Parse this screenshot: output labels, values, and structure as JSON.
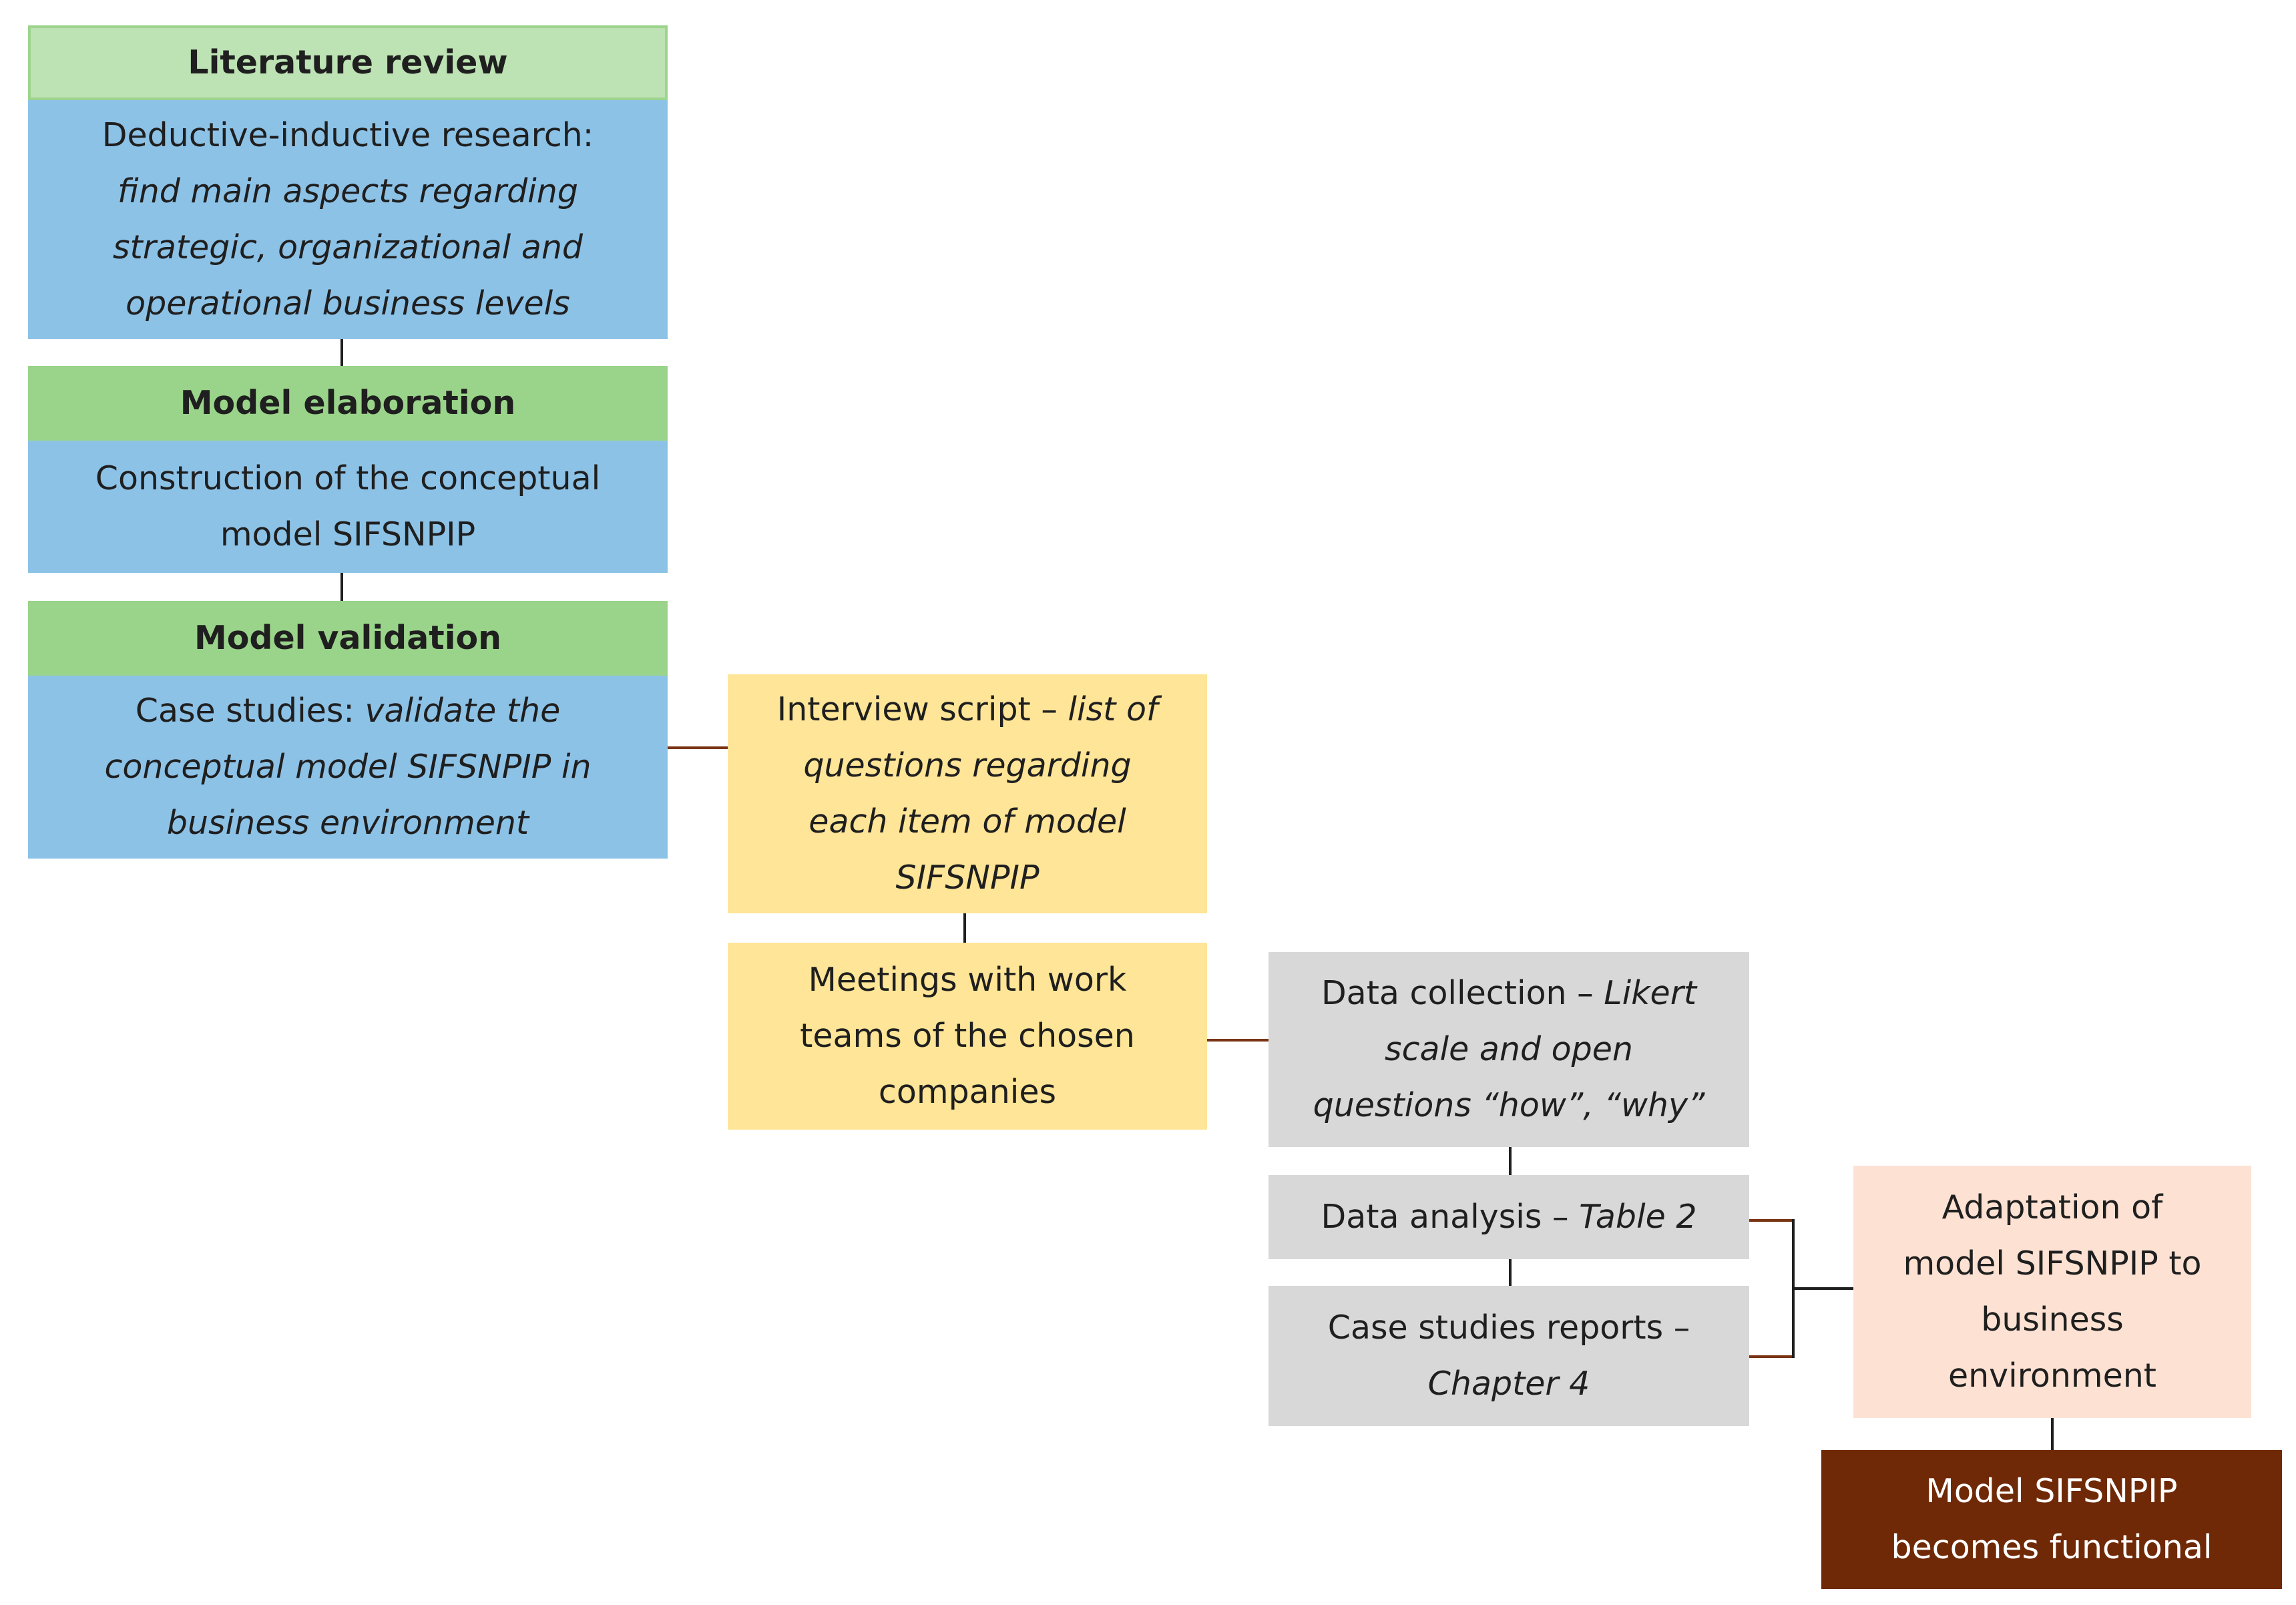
{
  "literature": {
    "title": "Literature review",
    "line1": "Deductive-inductive research:",
    "line2": "find main aspects regarding",
    "line3": "strategic, organizational and",
    "line4": "operational business levels"
  },
  "elaboration": {
    "title": "Model elaboration",
    "line1": "Construction of the conceptual",
    "line2": "model SIFSNPIP"
  },
  "validation": {
    "title": "Model validation",
    "line1_plain": "Case studies: ",
    "line1_italic": "validate the",
    "line2": "conceptual model SIFSNPIP in",
    "line3": "business environment"
  },
  "interview": {
    "line1_plain": "Interview script – ",
    "line1_italic": "list of",
    "line2": "questions regarding",
    "line3": "each item of model",
    "line4": "SIFSNPIP"
  },
  "meetings": {
    "line1": "Meetings with work",
    "line2": "teams of the chosen",
    "line3": "companies"
  },
  "collection": {
    "line1_plain": "Data collection – ",
    "line1_italic": "Likert",
    "line2": "scale and open",
    "line3": "questions “how”, “why”"
  },
  "analysis": {
    "plain": "Data analysis – ",
    "italic": "Table 2"
  },
  "reports": {
    "line1": "Case studies reports –",
    "line2": "Chapter 4"
  },
  "adaptation": {
    "line1": "Adaptation of",
    "line2": "model SIFSNPIP to",
    "line3": "business",
    "line4": "environment"
  },
  "functional": {
    "line1": "Model SIFSNPIP",
    "line2": "becomes functional"
  },
  "colors": {
    "header_light_green": "#bde2b4",
    "header_green": "#9ad48a",
    "blue": "#8dc2e7",
    "yellow": "#fee597",
    "gray": "#d8d8d8",
    "peach": "#fde2d3",
    "brown": "#702906"
  }
}
